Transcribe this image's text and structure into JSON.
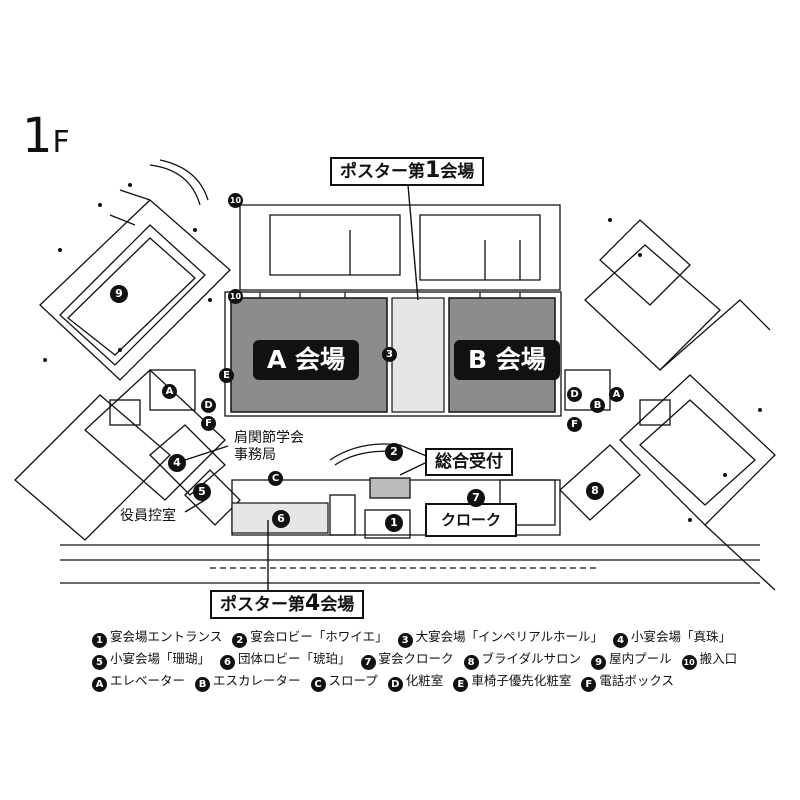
{
  "floor": {
    "number": "1",
    "suffix": "F"
  },
  "callouts": {
    "poster1": {
      "prefix": "ポスター第",
      "num": "1",
      "suffix": "会場"
    },
    "poster4": {
      "prefix": "ポスター第",
      "num": "4",
      "suffix": "会場"
    },
    "reception": "総合受付"
  },
  "halls": {
    "a": "A 会場",
    "b": "B 会場"
  },
  "labels": {
    "office_line1": "肩関節学会",
    "office_line2": "事務局",
    "officers_room": "役員控室",
    "cloak": "クローク"
  },
  "markers": {
    "m1": "1",
    "m2": "2",
    "m3": "3",
    "m4": "4",
    "m5": "5",
    "m6": "6",
    "m7": "7",
    "m8": "8",
    "m9": "9",
    "m10": "10",
    "ma": "A",
    "mb": "B",
    "mc": "C",
    "md": "D",
    "me": "E",
    "mf": "F"
  },
  "legend": {
    "rows": [
      [
        {
          "badge": "1",
          "text": "宴会場エントランス"
        },
        {
          "badge": "2",
          "text": "宴会ロビー「ホワイエ」"
        },
        {
          "badge": "3",
          "text": "大宴会場「インペリアルホール」"
        },
        {
          "badge": "4",
          "text": "小宴会場「真珠」"
        }
      ],
      [
        {
          "badge": "5",
          "text": "小宴会場「珊瑚」"
        },
        {
          "badge": "6",
          "text": "団体ロビー「琥珀」"
        },
        {
          "badge": "7",
          "text": "宴会クローク"
        },
        {
          "badge": "8",
          "text": "ブライダルサロン"
        },
        {
          "badge": "9",
          "text": "屋内プール"
        },
        {
          "badge": "10",
          "text": "搬入口"
        }
      ],
      [
        {
          "badge": "A",
          "text": "エレベーター"
        },
        {
          "badge": "B",
          "text": "エスカレーター"
        },
        {
          "badge": "C",
          "text": "スロープ"
        },
        {
          "badge": "D",
          "text": "化粧室"
        },
        {
          "badge": "E",
          "text": "車椅子優先化粧室"
        },
        {
          "badge": "F",
          "text": "電話ボックス"
        }
      ]
    ]
  },
  "colors": {
    "hall_fill": "#8c8c8c",
    "poster_fill": "#e6e6e6",
    "ink": "#111111"
  }
}
